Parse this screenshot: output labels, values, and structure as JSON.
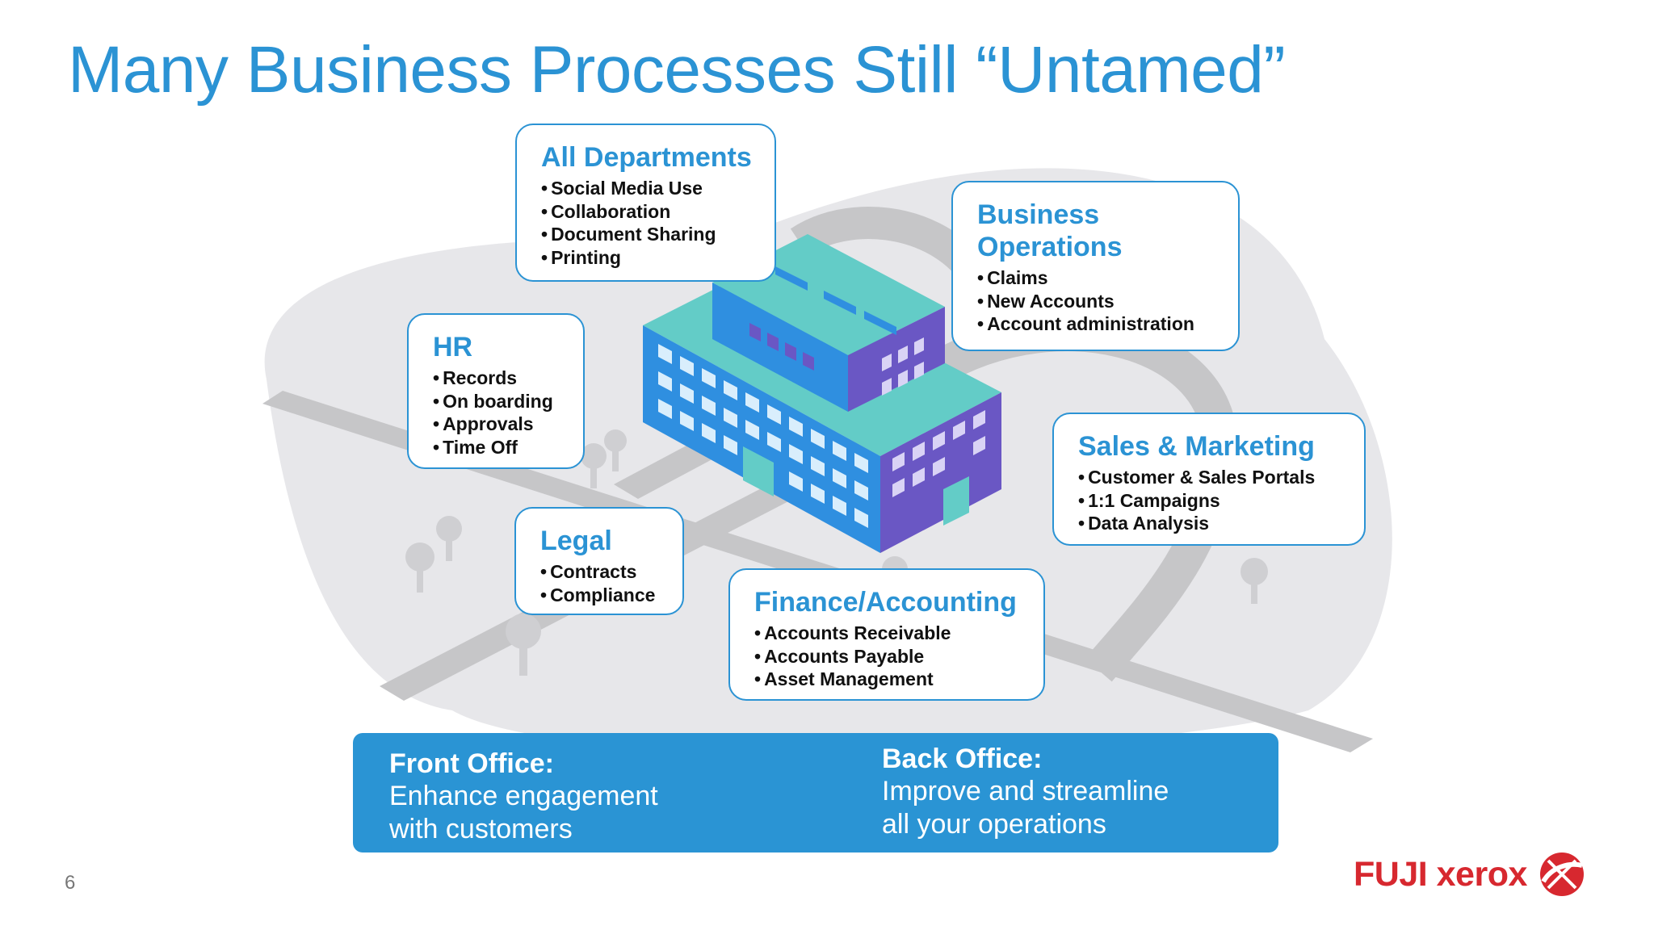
{
  "slide": {
    "title": "Many Business Processes Still “Untamed”",
    "page_number": "6"
  },
  "boxes": {
    "all_departments": {
      "heading": "All Departments",
      "items": [
        "Social Media Use",
        "Collaboration",
        "Document Sharing",
        "Printing"
      ]
    },
    "business_operations": {
      "heading_line1": "Business",
      "heading_line2": "Operations",
      "items": [
        "Claims",
        "New Accounts",
        "Account administration"
      ]
    },
    "hr": {
      "heading": "HR",
      "items": [
        "Records",
        "On boarding",
        "Approvals",
        "Time Off"
      ]
    },
    "sales_marketing": {
      "heading": "Sales & Marketing",
      "items": [
        "Customer & Sales Portals",
        "1:1 Campaigns",
        "Data Analysis"
      ]
    },
    "legal": {
      "heading": "Legal",
      "items": [
        "Contracts",
        "Compliance"
      ]
    },
    "finance_accounting": {
      "heading": "Finance/Accounting",
      "items": [
        "Accounts Receivable",
        "Accounts Payable",
        "Asset Management"
      ]
    }
  },
  "banner": {
    "front_title": "Front Office:",
    "front_line1": "Enhance engagement",
    "front_line2": "with customers",
    "back_title": "Back Office:",
    "back_line1": "Improve and streamline",
    "back_line2": "all your operations"
  },
  "logo": {
    "text": "FUJI xerox",
    "brand_color": "#d7282f"
  },
  "colors": {
    "accent": "#2b93d4",
    "banner": "#2a94d4"
  }
}
